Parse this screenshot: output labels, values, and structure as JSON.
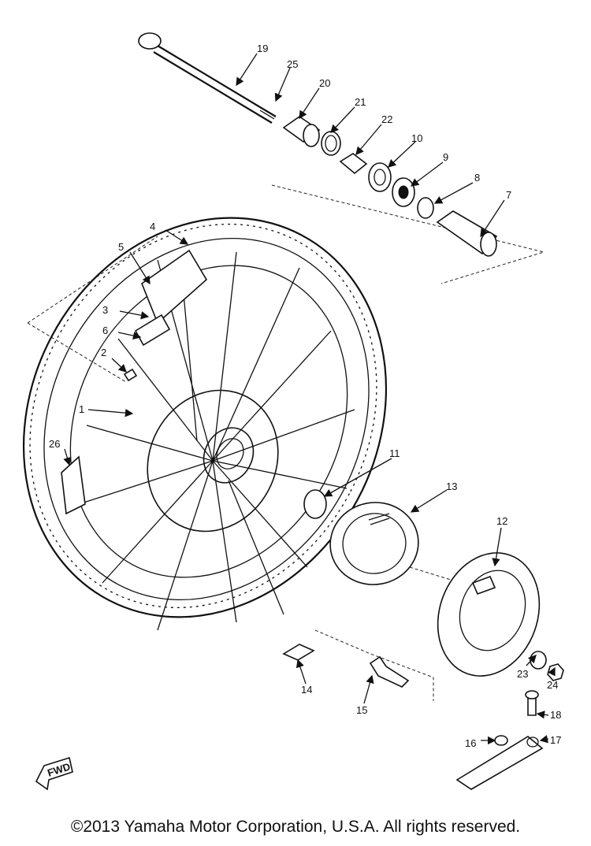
{
  "callouts": [
    "1",
    "2",
    "3",
    "4",
    "5",
    "6",
    "7",
    "8",
    "9",
    "10",
    "11",
    "12",
    "13",
    "14",
    "15",
    "16",
    "17",
    "18",
    "19",
    "20",
    "21",
    "22",
    "23",
    "24",
    "25",
    "26"
  ],
  "fwd_label": "FWD",
  "copyright": "©2013 Yamaha Motor Corporation, U.S.A. All rights reserved."
}
